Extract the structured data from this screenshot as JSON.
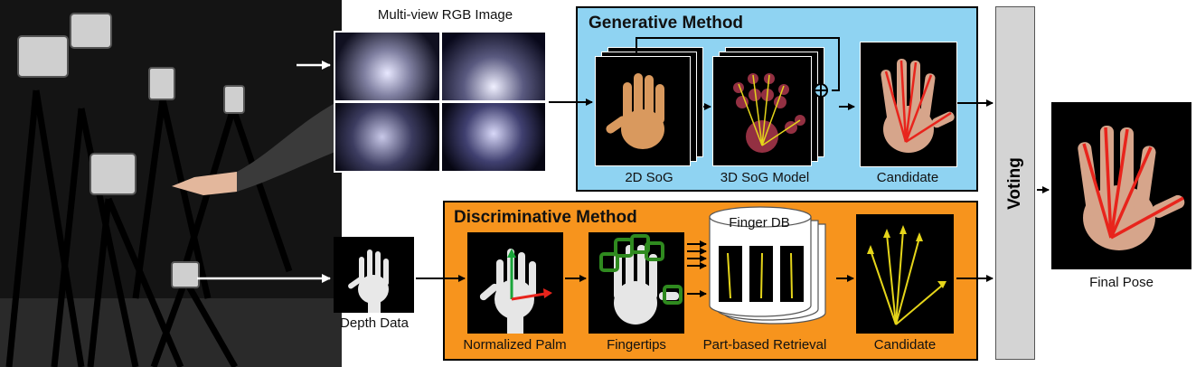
{
  "labels": {
    "multiview": "Multi-view RGB Image",
    "depth": "Depth Data",
    "final_pose": "Final Pose",
    "voting": "Voting"
  },
  "generative": {
    "title": "Generative Method",
    "sog2d": "2D SoG",
    "sog3d": "3D SoG Model",
    "candidate": "Candidate"
  },
  "discriminative": {
    "title": "Discriminative Method",
    "palm": "Normalized Palm",
    "fingertips": "Fingertips",
    "retrieval": "Part-based Retrieval",
    "db": "Finger DB",
    "candidate": "Candidate"
  },
  "colors": {
    "generative_bg": "#8fd3f2",
    "discriminative_bg": "#f7941d",
    "voting_bg": "#d4d4d4",
    "skeleton_red": "#e8241c",
    "skeleton_yellow": "#e5d51a",
    "fingertip_green": "#2f8a1f"
  }
}
